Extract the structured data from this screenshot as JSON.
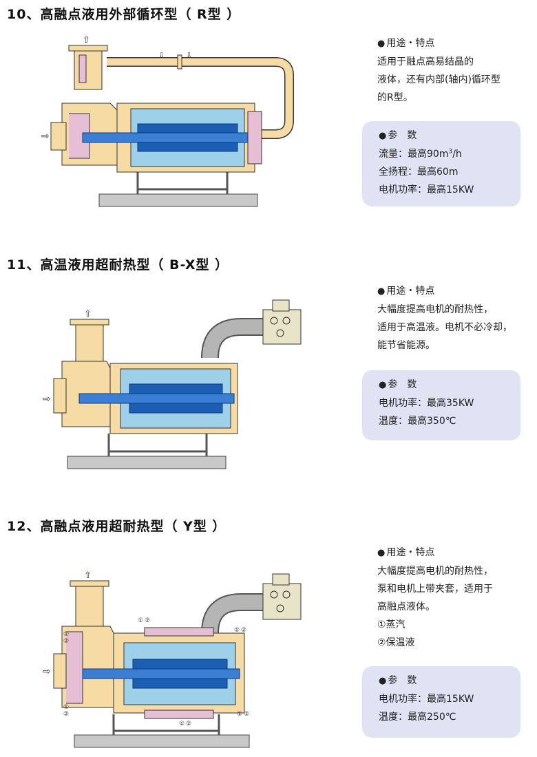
{
  "sections": [
    {
      "title": "10、高融点液用外部循环型（ R型 ）",
      "usage_head": "用途・特点",
      "usage_lines": [
        "适用于融点高易结晶的",
        "液体，还有内部(轴内)循环型",
        "的R型。"
      ],
      "params_head": "参　数",
      "param_lines": [
        "流量：最高90m",
        "全扬程：最高60m",
        "电机功率：最高15KW"
      ],
      "flow_sup": "3",
      "flow_unit": "/h"
    },
    {
      "title": "11、高温液用超耐热型（ B-X型 ）",
      "usage_head": "用途・特点",
      "usage_lines": [
        "大幅度提高电机的耐热性，",
        "适用于高温液。电机不必冷却，",
        "能节省能源。"
      ],
      "params_head": "参　数",
      "param_lines": [
        "电机功率：最高35KW",
        "温度：最高350℃"
      ]
    },
    {
      "title": "12、高融点液用超耐热型（ Y型 ）",
      "usage_head": "用途・特点",
      "usage_lines": [
        "大幅度提高电机的耐热性，",
        "泵和电机上带夹套，适用于",
        "高融点液体。",
        "①蒸汽",
        "②保温液"
      ],
      "params_head": "参　数",
      "param_lines": [
        "电机功率：最高15KW",
        "温度：最高250℃"
      ],
      "diagram_labels": [
        "①",
        "②"
      ]
    }
  ],
  "colors": {
    "casing": "#f6dca4",
    "casing_edge": "#333333",
    "stator": "#9fd0ea",
    "rotor": "#1a5fb4",
    "jacket": "#e6bfd4",
    "base": "#c9c9c9",
    "panel": "#dfe3f3"
  },
  "icons": [
    "bullet-icon",
    "flow-arrow-icon",
    "pump-diagram",
    "terminal-box-icon"
  ]
}
